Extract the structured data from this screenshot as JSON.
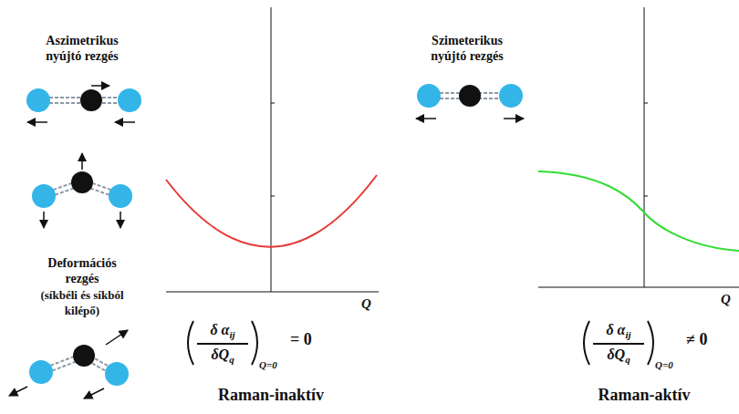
{
  "diagram": {
    "labels": [
      "Aszimetrikus nyújtó rezgés",
      "Deformációs rezgés",
      "(síkbéli és síkból kilépő)",
      "Q",
      "δ α",
      "ij",
      "δQ",
      "q",
      "Q=0",
      "= 0",
      "Raman-inaktív",
      "Szimeterikus nyújtó rezgés",
      "Q",
      "δ α",
      "ij",
      "δQ",
      "q",
      "Q=0",
      "≠ 0",
      "Raman-aktív"
    ]
  }
}
